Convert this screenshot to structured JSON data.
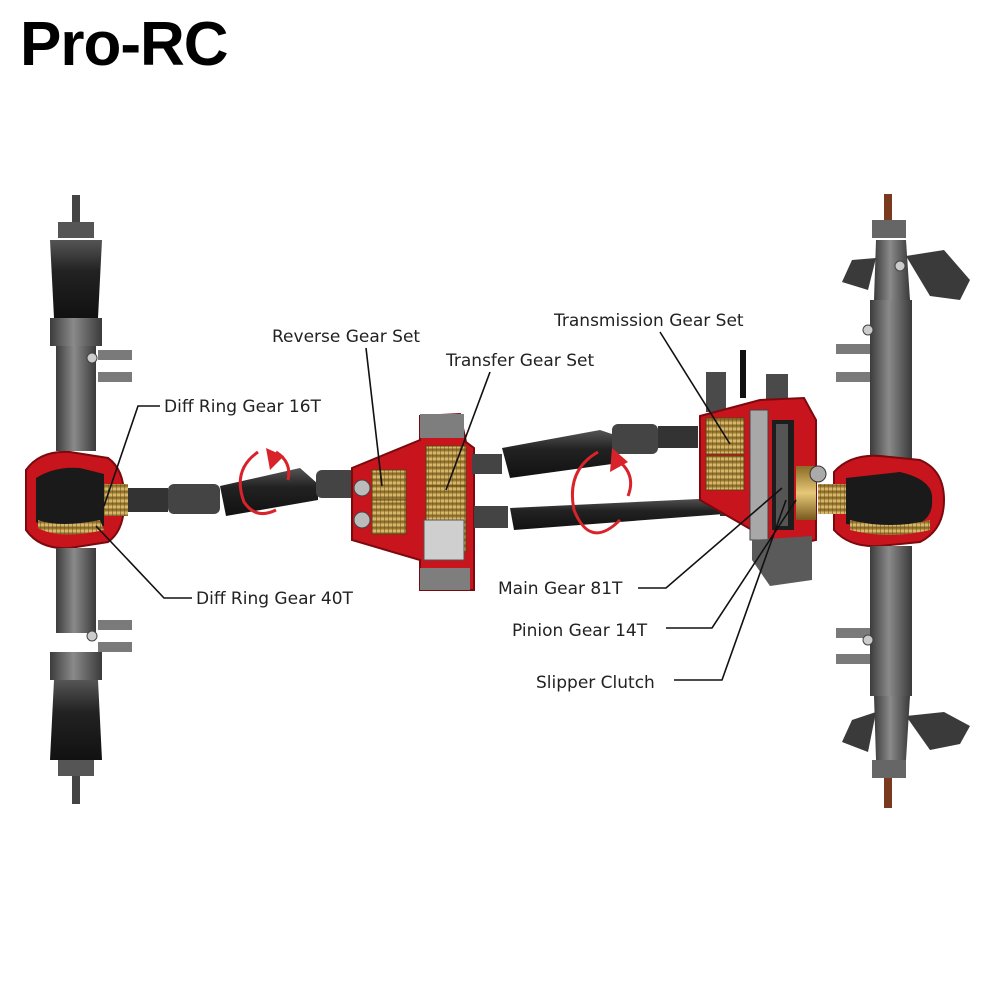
{
  "brand": "Pro-RC",
  "colors": {
    "housing_red": "#c8141c",
    "metal_gray": "#6e6e6e",
    "dark_part": "#2e2e2e",
    "brass_gear": "#c9a24a",
    "arrow_red": "#d9232a"
  },
  "labels": {
    "reverse_gear_set": "Reverse Gear Set",
    "transfer_gear_set": "Transfer Gear Set",
    "transmission_gear_set": "Transmission Gear Set",
    "diff_ring_gear_16t": "Diff Ring Gear 16T",
    "diff_ring_gear_40t": "Diff Ring Gear 40T",
    "main_gear_81t": "Main Gear 81T",
    "pinion_gear_14t": "Pinion Gear 14T",
    "slipper_clutch": "Slipper Clutch"
  }
}
